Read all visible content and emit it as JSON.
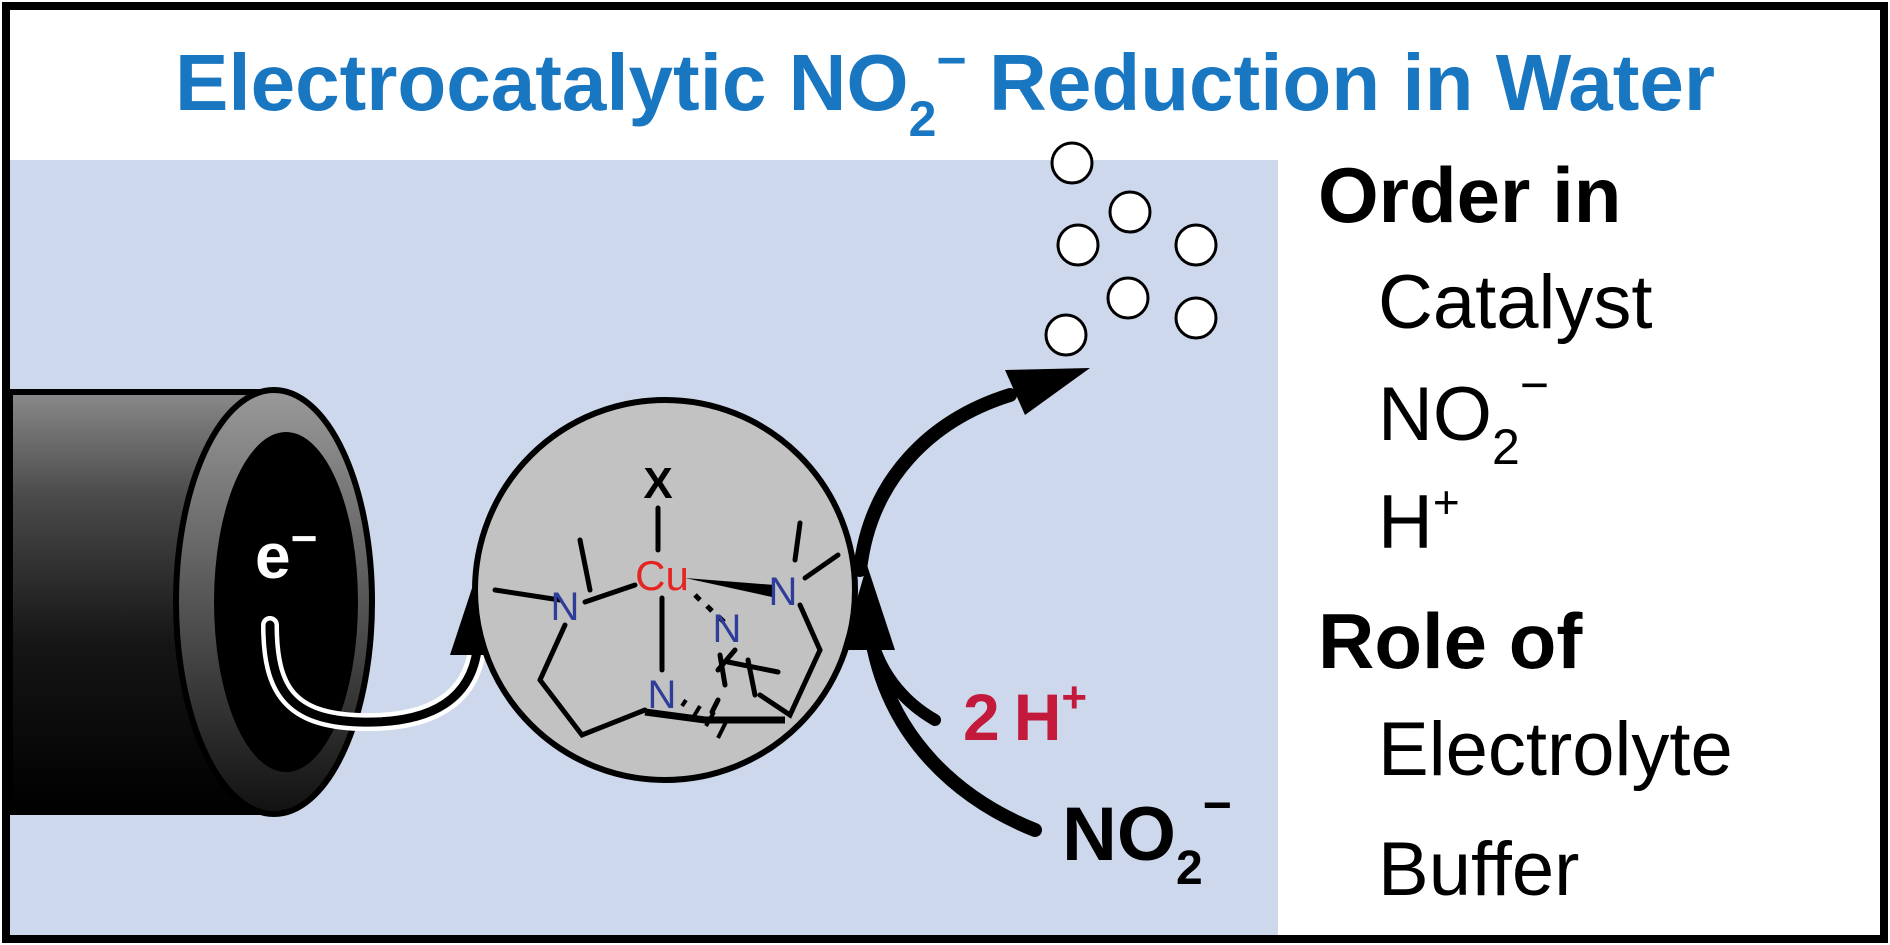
{
  "title": {
    "prefix": "Electrocatalytic NO",
    "subscript": "2",
    "superscript": "−",
    "suffix": " Reduction in Water",
    "color": "#1976c0"
  },
  "electrode": {
    "label": "e",
    "charge": "−"
  },
  "catalyst": {
    "metal": "Cu",
    "axial_ligand": "X",
    "donor_atoms": [
      "N",
      "N",
      "N",
      "N"
    ],
    "metal_color": "#e52521",
    "nitrogen_color": "#2e3d9a"
  },
  "reagents": {
    "protons": {
      "count": "2",
      "text": "H",
      "charge": "+",
      "color": "#c3193a"
    },
    "nitrite": {
      "text": "NO",
      "subscript": "2",
      "charge": "−"
    }
  },
  "sidebar": {
    "order_heading": "Order in",
    "order_items": [
      {
        "base": "Catalyst"
      },
      {
        "base": "NO",
        "subscript": "2",
        "superscript": "−"
      },
      {
        "base": "H",
        "superscript": "+"
      }
    ],
    "role_heading": "Role of",
    "role_items": [
      "Electrolyte",
      "Buffer"
    ]
  },
  "colors": {
    "solution": "#cdd8ec",
    "catalyst_fill": "#c2c2c2",
    "frame": "#000000"
  }
}
